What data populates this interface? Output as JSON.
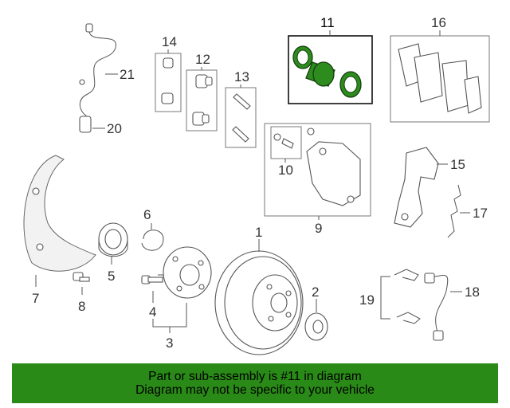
{
  "diagram": {
    "callouts": {
      "c1": "1",
      "c2": "2",
      "c3": "3",
      "c4": "4",
      "c5": "5",
      "c6": "6",
      "c7": "7",
      "c8": "8",
      "c9": "9",
      "c10": "10",
      "c11": "11",
      "c12": "12",
      "c13": "13",
      "c14": "14",
      "c15": "15",
      "c16": "16",
      "c17": "17",
      "c18": "18",
      "c19": "19",
      "c20": "20",
      "c21": "21"
    },
    "highlight_color": "#2e8b1e"
  },
  "banner": {
    "line1": "Part or sub-assembly is #11 in diagram",
    "line2": "Diagram may not be specific to your vehicle",
    "background": "#2a8a17"
  }
}
